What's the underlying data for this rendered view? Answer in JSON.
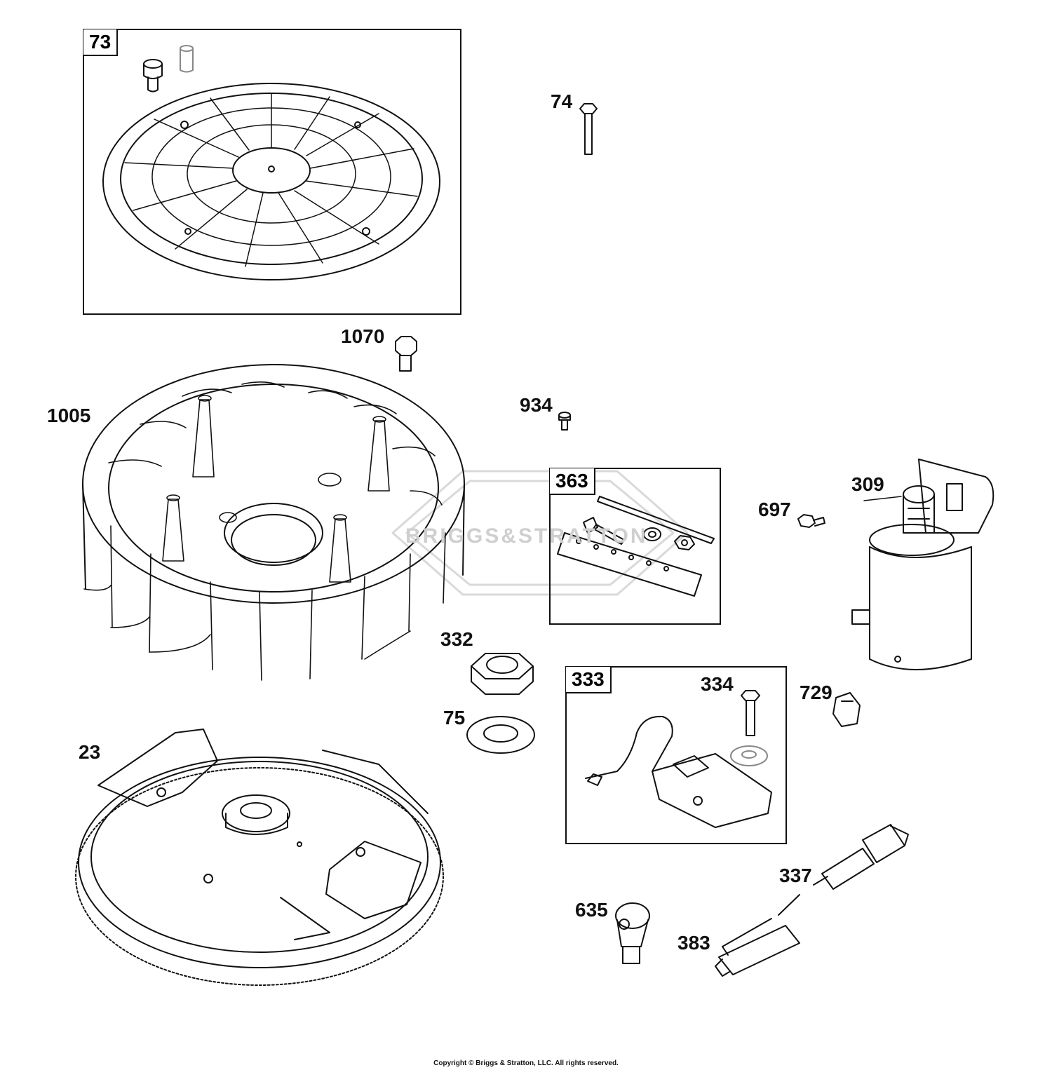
{
  "watermark_text": "BRIGGS&STRATTON",
  "copyright": "Copyright © Briggs & Stratton, LLC. All rights reserved.",
  "kits": {
    "k73": "73",
    "k363": "363",
    "k333": "333"
  },
  "callouts": {
    "c74": "74",
    "c1070": "1070",
    "c1005": "1005",
    "c934": "934",
    "c697": "697",
    "c309": "309",
    "c332": "332",
    "c75": "75",
    "c334": "334",
    "c729": "729",
    "c23": "23",
    "c337": "337",
    "c635": "635",
    "c383": "383"
  }
}
